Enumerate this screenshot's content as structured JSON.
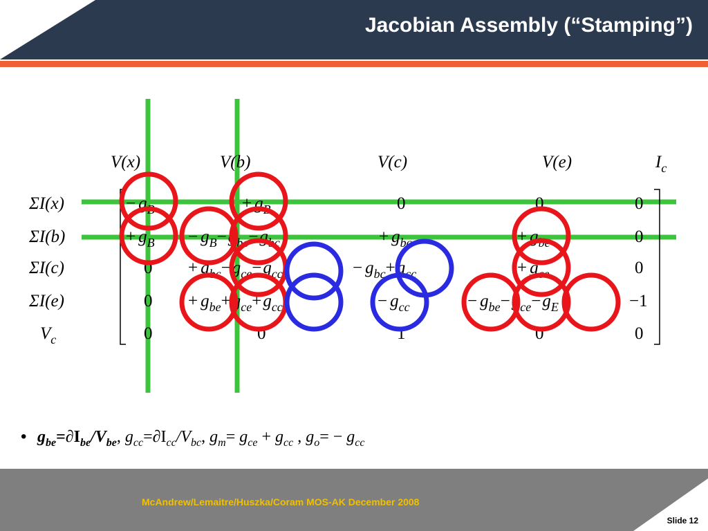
{
  "slide": {
    "title": "Jacobian Assembly (“Stamping”)",
    "footer": "McAndrew/Lemaitre/Huszka/Coram MOS-AK December 2008",
    "slide_number": "Slide 12"
  },
  "colors": {
    "header": "#2b3a4e",
    "accent_stripe": "#f06035",
    "footer": "#7f7f7f",
    "green_lines": "#3cc43c",
    "red_circles": "#e8161b",
    "blue_circles": "#2a2ae0",
    "footer_text": "#f0c000"
  },
  "matrix": {
    "col_headers": [
      {
        "main": "V(x)"
      },
      {
        "main": "V(b)"
      },
      {
        "main": "V(c)"
      },
      {
        "main": "V(e)"
      },
      {
        "main": "I",
        "sub": "c"
      }
    ],
    "row_labels": [
      {
        "main": "ΣI(x)"
      },
      {
        "main": "ΣI(b)"
      },
      {
        "main": "ΣI(c)"
      },
      {
        "main": "ΣI(e)"
      },
      {
        "main": "V",
        "sub": "c"
      }
    ],
    "r0c0": {
      "sign": "−",
      "g": "g",
      "sub": "B"
    },
    "r0c1": {
      "sign": "+",
      "g": "g",
      "sub": "B"
    },
    "r0c2": "0",
    "r0c3": "0",
    "r0c4": "0",
    "r1c0": {
      "sign": "+",
      "g": "g",
      "sub": "B"
    },
    "r1c1": {
      "t1s": "−",
      "t1g": "g",
      "t1sub": "B",
      "t2s": "−",
      "t2g": "g",
      "t2sub": "be",
      "t3s": "−",
      "t3g": "g",
      "t3sub": "bc"
    },
    "r1c2": {
      "sign": "+",
      "g": "g",
      "sub": "bc"
    },
    "r1c3": {
      "sign": "+",
      "g": "g",
      "sub": "be"
    },
    "r1c4": "0",
    "r2c0": "0",
    "r2c1": {
      "t1s": "+",
      "t1g": "g",
      "t1sub": "bc",
      "t2s": "−",
      "t2g": "g",
      "t2sub": "ce",
      "t3s": "−",
      "t3g": "g",
      "t3sub": "cc"
    },
    "r2c2": {
      "t1s": "−",
      "t1g": "g",
      "t1sub": "bc",
      "t2s": "+",
      "t2g": "g",
      "t2sub": "cc"
    },
    "r2c3": {
      "sign": "+",
      "g": "g",
      "sub": "ce"
    },
    "r2c4": "0",
    "r3c0": "0",
    "r3c1": {
      "t1s": "+",
      "t1g": "g",
      "t1sub": "be",
      "t2s": "+",
      "t2g": "g",
      "t2sub": "ce",
      "t3s": "+",
      "t3g": "g",
      "t3sub": "cc"
    },
    "r3c2": {
      "sign": "−",
      "g": "g",
      "sub": "cc"
    },
    "r3c3": {
      "t1s": "−",
      "t1g": "g",
      "t1sub": "be",
      "t2s": "−",
      "t2g": "g",
      "t2sub": "ce",
      "t3s": "−",
      "t3g": "g",
      "t3sub": "E"
    },
    "r3c4": "−1",
    "r4c0": "0",
    "r4c1": "0",
    "r4c2": "1",
    "r4c3": "0",
    "r4c4": "0"
  },
  "bullet": {
    "marker": "•",
    "g1": "g",
    "g1_sub": "be",
    "eq1": "=∂I",
    "i1_sub": "be",
    "slash1": "/V",
    "v1_sub": "be",
    "sep1": ", ",
    "g2": "g",
    "g2_sub": "cc",
    "eq2": "=∂I",
    "i2_sub": "cc",
    "slash2": "/V",
    "v2_sub": "bc",
    "sep2": ", ",
    "g3": "g",
    "g3_sub": "m",
    "eq3": "= ",
    "g4": "g",
    "g4_sub": "ce",
    "plus": " + ",
    "g5": "g",
    "g5_sub": "cc",
    "sep3": " , ",
    "g6": "g",
    "g6_sub": "o",
    "eq4": "= − ",
    "g7": "g",
    "g7_sub": "cc"
  }
}
